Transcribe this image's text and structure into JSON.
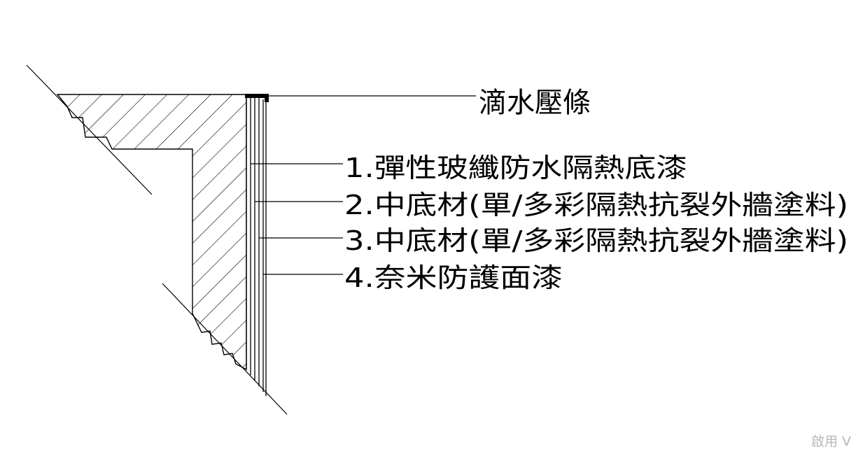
{
  "labels": {
    "drip_strip": "滴水壓條",
    "layers": [
      "1.彈性玻纖防水隔熱底漆",
      "2.中底材(單/多彩隔熱抗裂外牆塗料)",
      "3.中底材(單/多彩隔熱抗裂外牆塗料)",
      "4.奈米防護面漆"
    ]
  },
  "watermark": "啟用 V",
  "colors": {
    "line": "#000000",
    "background": "#ffffff",
    "watermark": "#b8b8b8"
  }
}
